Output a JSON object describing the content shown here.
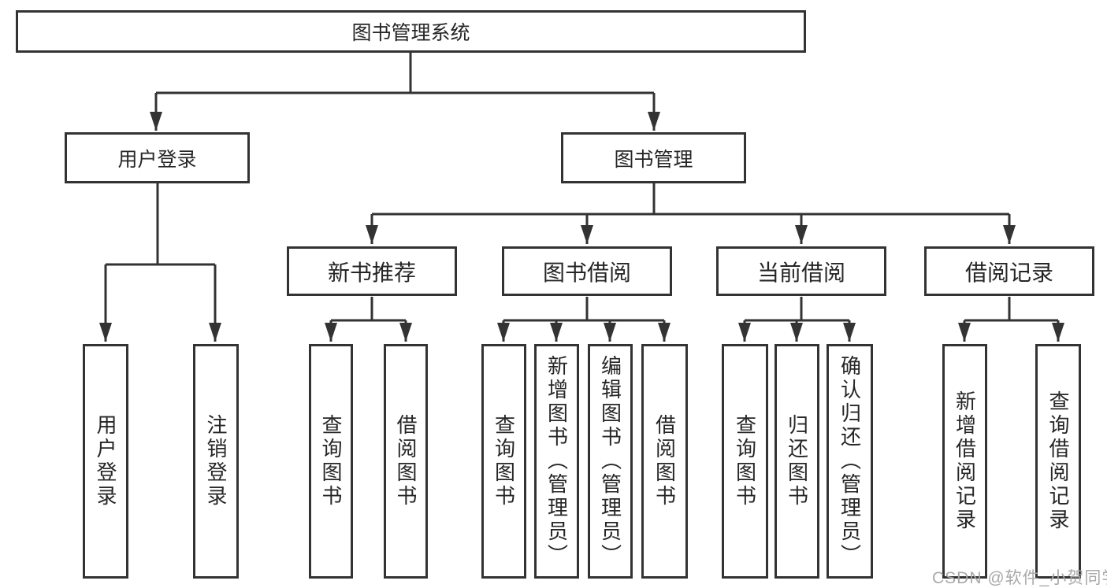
{
  "diagram_title": "图书管理系统",
  "tree": {
    "root": {
      "label": "图书管理系统"
    },
    "level2": [
      {
        "label": "用户登录",
        "children_labels": [
          "用户登录",
          "注销登录"
        ]
      },
      {
        "label": "图书管理",
        "children_labels": [
          "新书推荐",
          "图书借阅",
          "当前借阅",
          "借阅记录"
        ]
      }
    ],
    "level3": [
      {
        "label": "新书推荐",
        "children_labels": [
          "查询图书",
          "借阅图书"
        ]
      },
      {
        "label": "图书借阅",
        "children_labels": [
          "查询图书",
          "新增图书（管理员）",
          "编辑图书（管理员）",
          "借阅图书"
        ]
      },
      {
        "label": "当前借阅",
        "children_labels": [
          "查询图书",
          "归还图书",
          "确认归还（管理员）"
        ]
      },
      {
        "label": "借阅记录",
        "children_labels": [
          "新增借阅记录",
          "查询借阅记录"
        ]
      }
    ],
    "leaves": [
      {
        "label": "用户登录"
      },
      {
        "label": "注销登录"
      },
      {
        "label": "查询图书"
      },
      {
        "label": "借阅图书"
      },
      {
        "label": "查询图书"
      },
      {
        "label": "新增图书（管理员）"
      },
      {
        "label": "编辑图书（管理员）"
      },
      {
        "label": "借阅图书"
      },
      {
        "label": "查询图书"
      },
      {
        "label": "归还图书"
      },
      {
        "label": "确认归还（管理员）"
      },
      {
        "label": "新增借阅记录"
      },
      {
        "label": "查询借阅记录"
      }
    ]
  },
  "colors": {
    "line": "#333333",
    "box_border": "#333333",
    "text": "#262626",
    "watermark": "#a9a9a9",
    "background": "#ffffff"
  },
  "watermark": {
    "text": "CSDN @软件_小贺同学"
  }
}
